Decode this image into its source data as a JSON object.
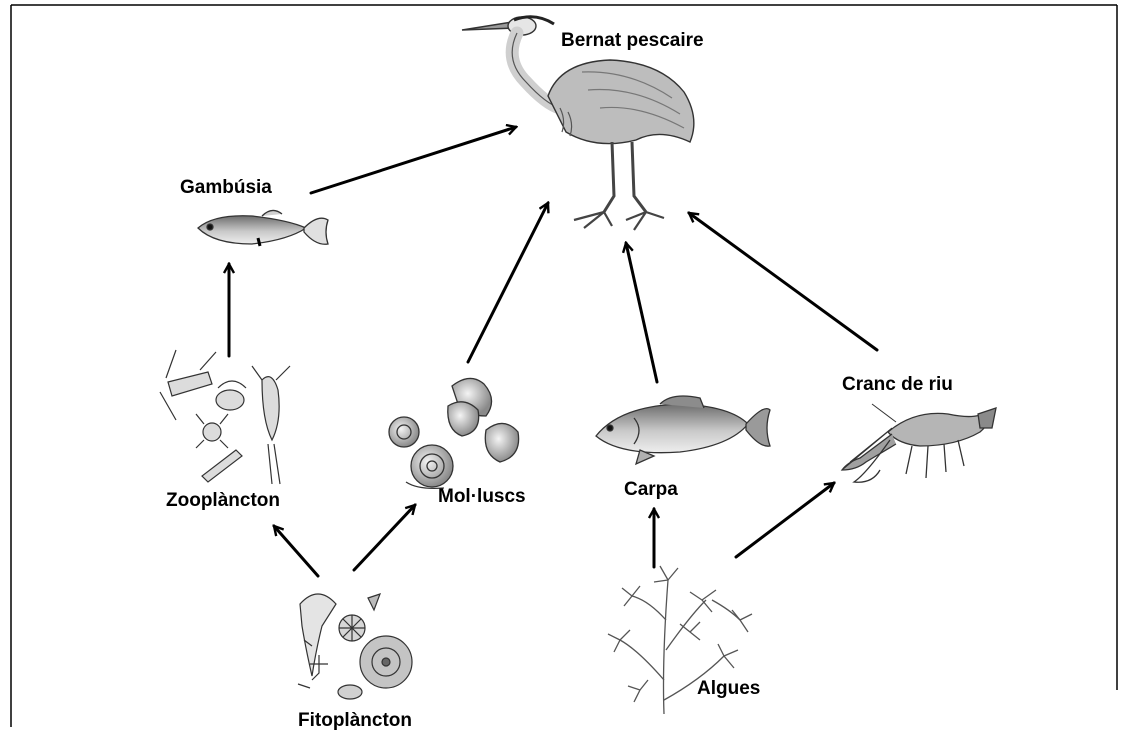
{
  "diagram": {
    "type": "food-web",
    "nodes": {
      "heron": {
        "label": "Bernat pescaire"
      },
      "gambusia": {
        "label": "Gambúsia"
      },
      "zooplankton": {
        "label": "Zooplàncton"
      },
      "molluscs": {
        "label": "Mol·luscs"
      },
      "carp": {
        "label": "Carpa"
      },
      "crayfish": {
        "label": "Cranc de riu"
      },
      "phytoplankton": {
        "label": "Fitoplàncton"
      },
      "algae": {
        "label": "Algues"
      }
    },
    "edges": [
      {
        "from": "gambusia",
        "to": "heron"
      },
      {
        "from": "molluscs",
        "to": "heron"
      },
      {
        "from": "carp",
        "to": "heron"
      },
      {
        "from": "crayfish",
        "to": "heron"
      },
      {
        "from": "zooplankton",
        "to": "gambusia"
      },
      {
        "from": "phytoplankton",
        "to": "zooplankton"
      },
      {
        "from": "phytoplankton",
        "to": "molluscs"
      },
      {
        "from": "algae",
        "to": "carp"
      },
      {
        "from": "algae",
        "to": "crayfish"
      }
    ]
  }
}
